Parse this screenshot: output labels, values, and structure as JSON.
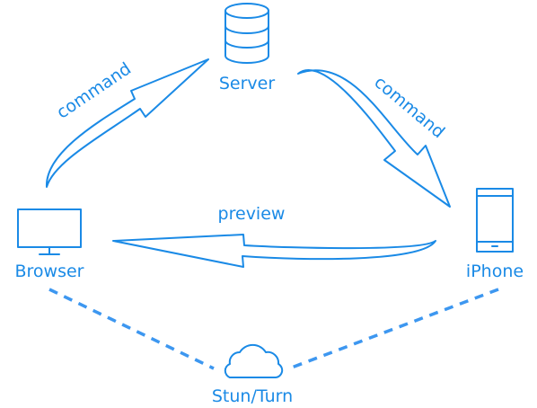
{
  "nodes": {
    "server": "Server",
    "browser": "Browser",
    "iphone": "iPhone",
    "stun_turn": "Stun/Turn"
  },
  "edges": {
    "browser_to_server": "command",
    "server_to_iphone": "command",
    "iphone_to_browser": "preview"
  },
  "colors": {
    "primary": "#1a8ae6",
    "dashed": "#3d97f0"
  },
  "icons": {
    "server": "database-icon",
    "browser": "monitor-icon",
    "iphone": "phone-icon",
    "stun_turn": "cloud-icon"
  }
}
